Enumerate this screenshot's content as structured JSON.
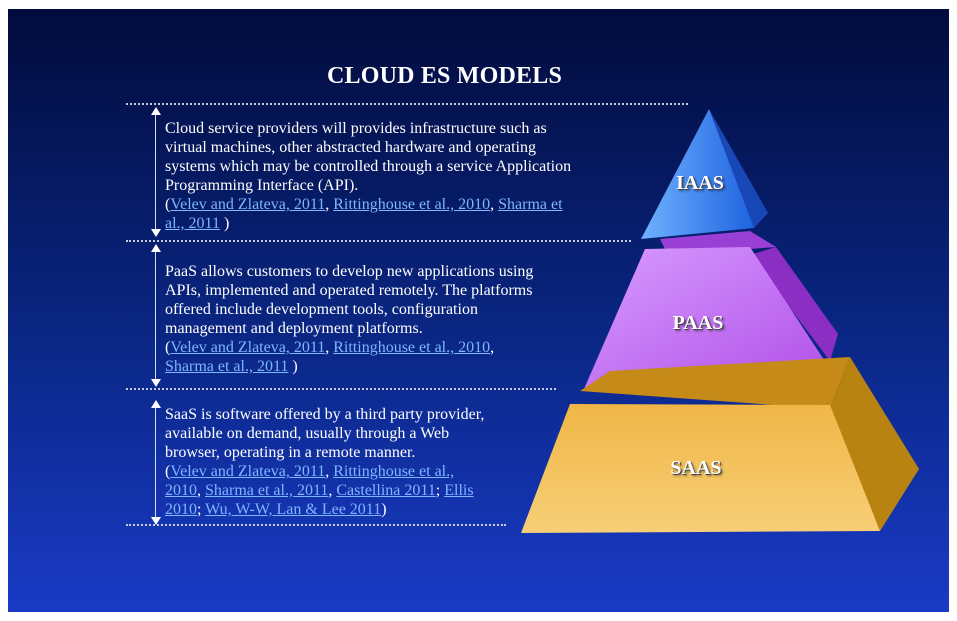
{
  "title": "CLOUD ES MODELS",
  "sections": [
    {
      "id": "iaas",
      "lines": [
        "Cloud service providers will provides  infrastructure such as",
        "virtual machines, other abstracted hardware and operating",
        "systems which may be controlled through a service Application",
        "Programming Interface (API)."
      ],
      "refs_lines": [
        [
          {
            "t": "(",
            "link": false
          },
          {
            "t": "Velev and Zlateva, 2011",
            "link": true
          },
          {
            "t": ", ",
            "link": false
          },
          {
            "t": "Rittinghouse et al., 2010",
            "link": true
          },
          {
            "t": ", ",
            "link": false
          },
          {
            "t": "Sharma et",
            "link": true
          }
        ],
        [
          {
            "t": "al., 2011",
            "link": true
          },
          {
            "t": " )",
            "link": false
          }
        ]
      ]
    },
    {
      "id": "paas",
      "lines": [
        "PaaS allows customers to develop new applications using",
        "APIs, implemented and operated remotely. The platforms",
        "offered include development tools, configuration",
        "management and deployment platforms."
      ],
      "refs_lines": [
        [
          {
            "t": "(",
            "link": false
          },
          {
            "t": "Velev and Zlateva, 2011",
            "link": true
          },
          {
            "t": ", ",
            "link": false
          },
          {
            "t": "Rittinghouse et al., 2010",
            "link": true
          },
          {
            "t": ",",
            "link": false
          }
        ],
        [
          {
            "t": "Sharma et al., 2011",
            "link": true
          },
          {
            "t": " )",
            "link": false
          }
        ]
      ]
    },
    {
      "id": "saas",
      "lines": [
        "SaaS is software offered by a third party provider,",
        "available on demand, usually through a Web",
        "browser, operating in a remote manner."
      ],
      "refs_lines": [
        [
          {
            "t": "(",
            "link": false
          },
          {
            "t": "Velev and Zlateva, 2011",
            "link": true
          },
          {
            "t": ", ",
            "link": false
          },
          {
            "t": "Rittinghouse et al.,",
            "link": true
          }
        ],
        [
          {
            "t": "2010",
            "link": true
          },
          {
            "t": ", ",
            "link": false
          },
          {
            "t": "Sharma et al., 2011",
            "link": true
          },
          {
            "t": ", ",
            "link": false
          },
          {
            "t": "Castellina 2011",
            "link": true
          },
          {
            "t": "; ",
            "link": false
          },
          {
            "t": "Ellis",
            "link": true
          }
        ],
        [
          {
            "t": "2010",
            "link": true
          },
          {
            "t": "; ",
            "link": false
          },
          {
            "t": "Wu, W-W, Lan & Lee 2011",
            "link": true
          },
          {
            "t": ")",
            "link": false
          }
        ]
      ]
    }
  ],
  "pyramid": {
    "top_label": "IAAS",
    "middle_label": "PAAS",
    "bottom_label": "SAAS",
    "colors": {
      "iaas_front": "#2f7fef",
      "iaas_side": "#1a4fc8",
      "paas_front": "#c36cf0",
      "paas_side": "#8a2bc8",
      "saas_front": "#f2b949",
      "saas_side": "#b87b0e"
    }
  }
}
